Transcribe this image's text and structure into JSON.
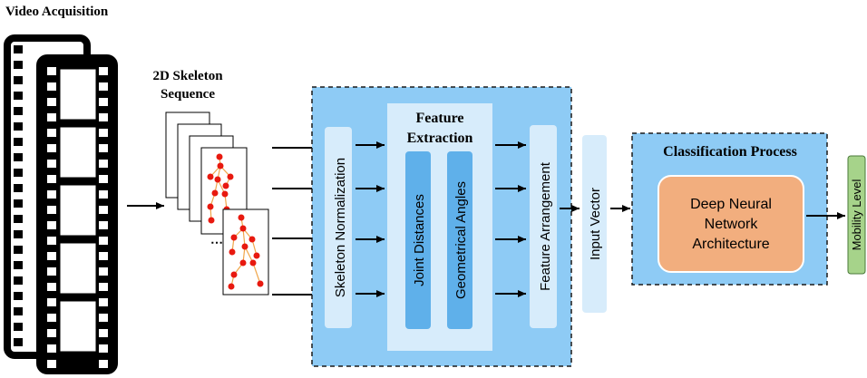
{
  "title": "Video Acquisition",
  "skeleton": {
    "line1": "2D Skeleton",
    "line2": "Sequence",
    "ellipsis": "⋯"
  },
  "feature_extraction": {
    "line1": "Feature",
    "line2": "Extraction"
  },
  "stages": {
    "normalization": "Skeleton Normalization",
    "joint_distances": "Joint Distances",
    "geometrical_angles": "Geometrical Angles",
    "arrangement": "Feature Arrangement",
    "input_vector": "Input Vector"
  },
  "classification": {
    "title": "Classification Process",
    "dnn_line1": "Deep Neural",
    "dnn_line2": "Network",
    "dnn_line3": "Architecture"
  },
  "output": "Mobility Level",
  "colors": {
    "panel_blue": "#8ecbf5",
    "light_blue": "#d7ecfb",
    "mid_blue": "#5fb0ea",
    "dnn_orange": "#f2ae7e",
    "output_green": "#a6d38a",
    "joint_red": "#e8190f",
    "bone_orange": "#f0a64a"
  }
}
